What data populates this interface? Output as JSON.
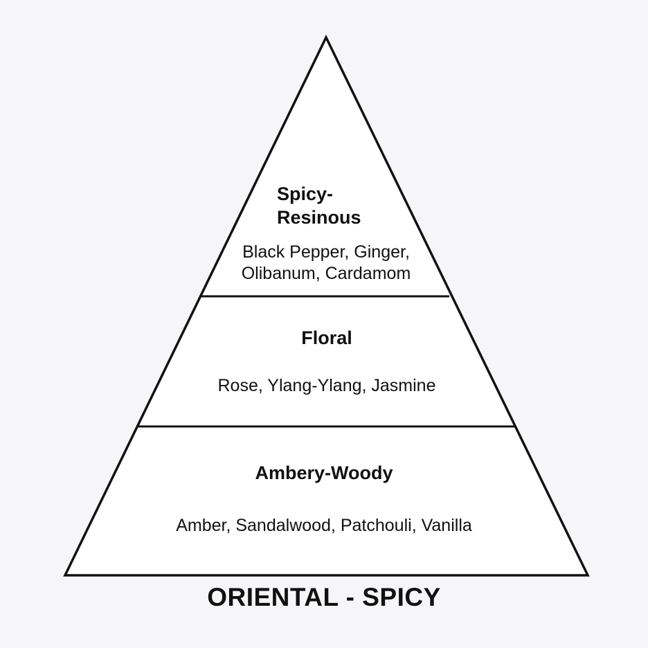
{
  "tiers": [
    {
      "title_line1": "Spicy-",
      "title_line2": "Resinous",
      "notes_line1": "Black Pepper, Ginger,",
      "notes_line2": "Olibanum, Cardamom"
    },
    {
      "title": "Floral",
      "notes": "Rose, Ylang-Ylang, Jasmine"
    },
    {
      "title": "Ambery-Woody",
      "notes": "Amber, Sandalwood, Patchouli, Vanilla"
    }
  ],
  "family": "ORIENTAL - SPICY",
  "colors": {
    "background": "#f6f6f8",
    "fill": "#ffffff",
    "stroke": "#111111"
  }
}
